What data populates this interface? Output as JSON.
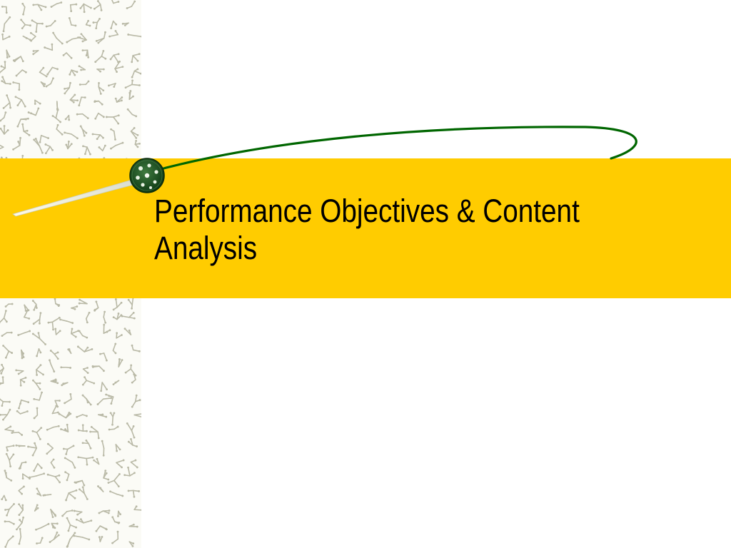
{
  "slide": {
    "title_line1": "Performance Objectives & Content",
    "title_line2": "Analysis"
  },
  "colors": {
    "band": "#FFCC00",
    "swoosh": "#006600",
    "orb": "#1E5A1E",
    "pattern": "#B9B9A6",
    "background": "#FFFFFF"
  },
  "icons": {
    "orb": "green-orb-icon",
    "swoosh": "green-swoosh-line"
  }
}
